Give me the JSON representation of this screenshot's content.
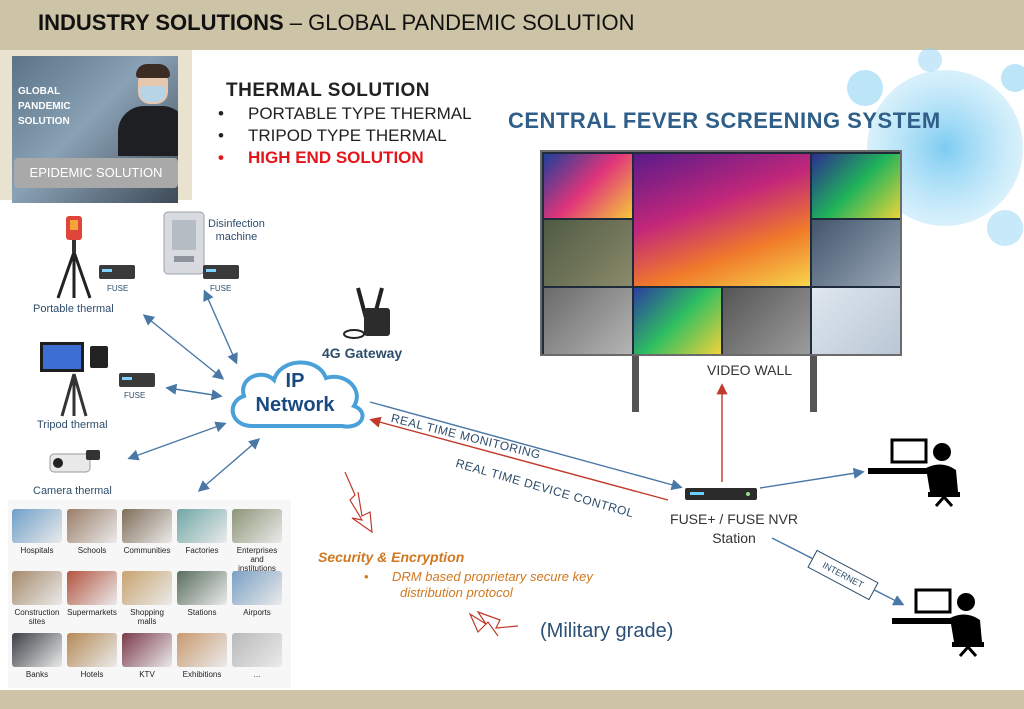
{
  "header": {
    "title_bold": "INDUSTRY SOLUTIONS",
    "title_rest": " – GLOBAL PANDEMIC  SOLUTION"
  },
  "promo": {
    "text": "GLOBAL\nPANDEMIC\nSOLUTION",
    "button": "EPIDEMIC SOLUTION"
  },
  "thermal": {
    "title": "THERMAL  SOLUTION",
    "items": [
      {
        "bullet": "•",
        "label": "PORTABLE TYPE THERMAL"
      },
      {
        "bullet": "•",
        "label": "TRIPOD TYPE THERMAL"
      },
      {
        "bullet": "•",
        "label": "HIGH END SOLUTION"
      }
    ]
  },
  "central": {
    "title": "CENTRAL FEVER SCREENING SYSTEM",
    "videowall_label": "VIDEO WALL"
  },
  "devices": {
    "portable": "Portable thermal",
    "tripod": "Tripod thermal",
    "camera": "Camera thermal",
    "disinfection": "Disinfection\nmachine",
    "fuse": "FUSE",
    "gateway": "4G Gateway"
  },
  "network": {
    "cloud": "IP\nNetwork"
  },
  "links": {
    "monitoring": "REAL TIME MONITORING",
    "control": "REAL TIME DEVICE CONTROL",
    "internet": "INTERNET"
  },
  "nvr": {
    "label": "FUSE+ / FUSE NVR\nStation"
  },
  "security": {
    "title": "Security & Encryption",
    "bullet": "•",
    "line1": "DRM based proprietary secure key",
    "line2": "distribution protocol",
    "military": "(Military grade)"
  },
  "verticals": [
    {
      "label": "Hospitals",
      "color": "#6f9fc9"
    },
    {
      "label": "Schools",
      "color": "#9a7d68"
    },
    {
      "label": "Communities",
      "color": "#7f6e58"
    },
    {
      "label": "Factories",
      "color": "#6fa7a5"
    },
    {
      "label": "Enterprises\nand institutions",
      "color": "#8c9577"
    },
    {
      "label": "Construction\nsites",
      "color": "#a58a6b"
    },
    {
      "label": "Supermarkets",
      "color": "#b3543f"
    },
    {
      "label": "Shopping\nmalls",
      "color": "#c8a36e"
    },
    {
      "label": "Stations",
      "color": "#5a6e5e"
    },
    {
      "label": "Airports",
      "color": "#7aa0c4"
    },
    {
      "label": "Banks",
      "color": "#3b3f45"
    },
    {
      "label": "Hotels",
      "color": "#b58a56"
    },
    {
      "label": "KTV",
      "color": "#7a3a4a"
    },
    {
      "label": "Exhibitions",
      "color": "#c99a70"
    },
    {
      "label": "...",
      "color": "#b9b9b9"
    }
  ],
  "colors": {
    "header": "#cdc3a6",
    "accent_blue": "#2f5f89",
    "highlight_red": "#e4161c",
    "security_orange": "#d0781f"
  }
}
